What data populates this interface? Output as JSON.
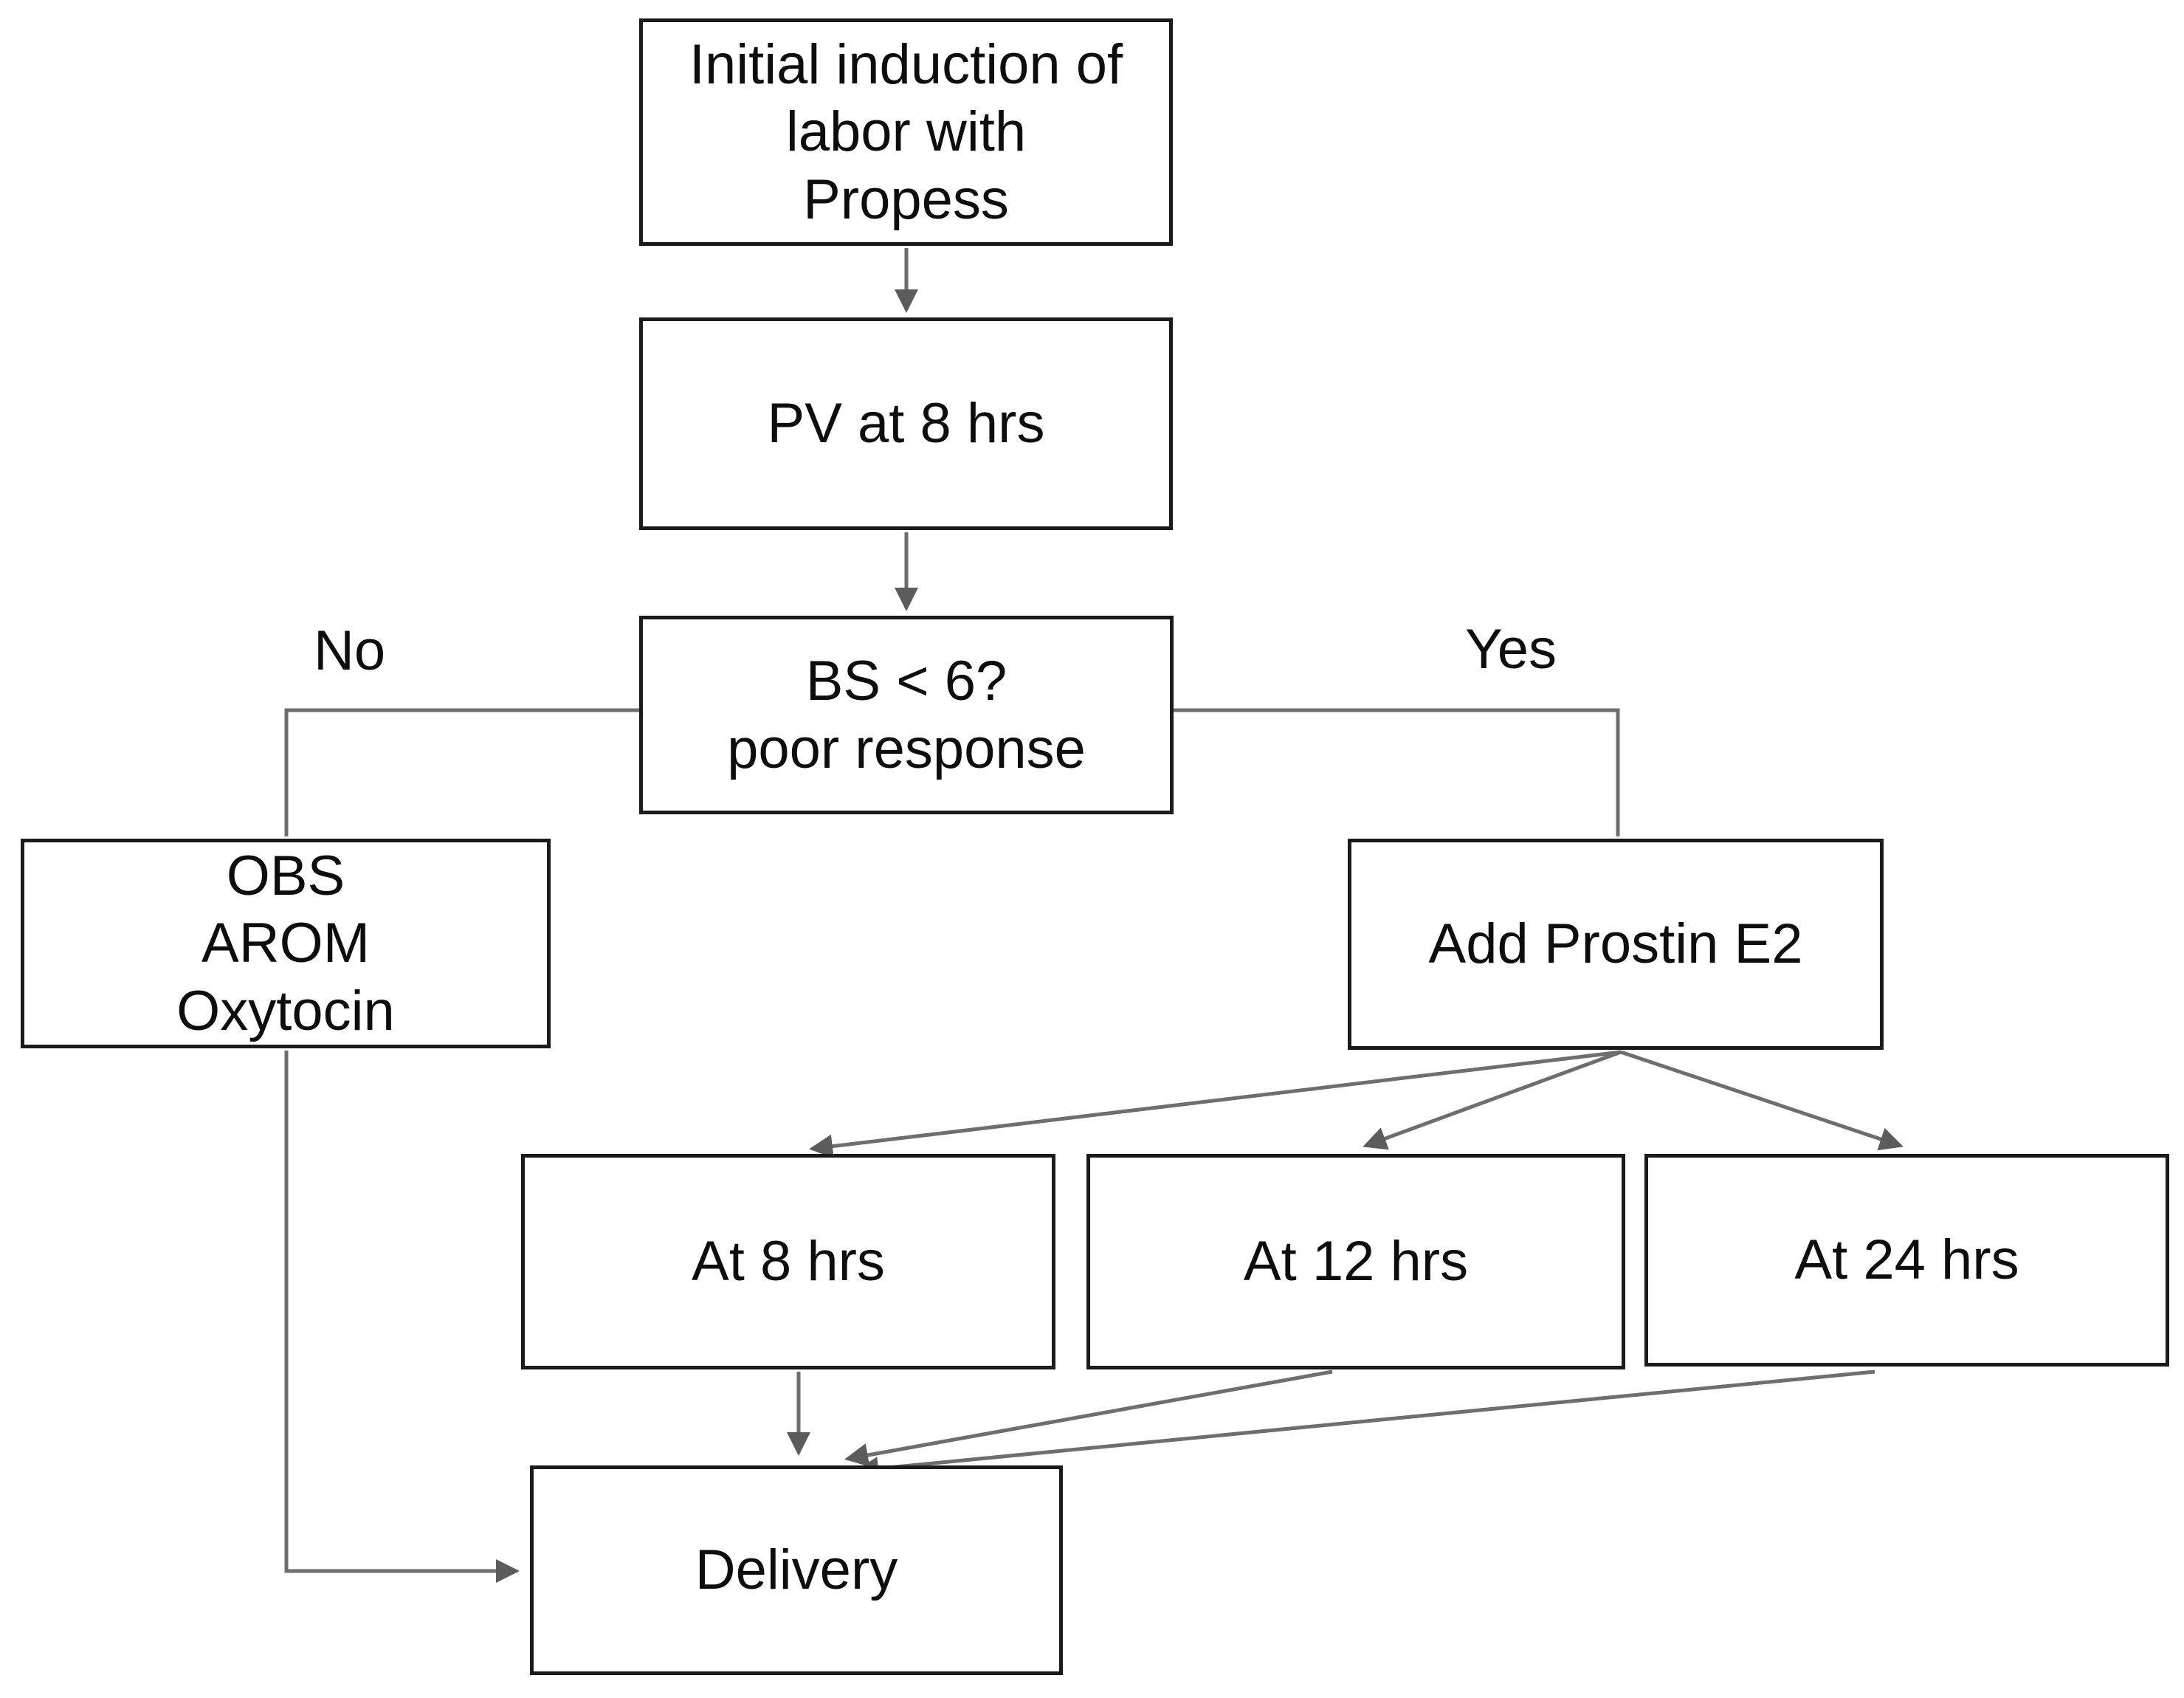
{
  "diagram": {
    "type": "flowchart",
    "colors": {
      "background": "#ffffff",
      "box_fill": "#ffffff",
      "box_border": "#1b1b1b",
      "connector": "#6e6e6e",
      "arrowhead": "#5c5c5c",
      "text": "#0d0d0d"
    },
    "nodes": {
      "init": {
        "lines": [
          "Initial induction of",
          "labor with",
          "Propess"
        ]
      },
      "pv": {
        "label": "PV at 8 hrs"
      },
      "decision": {
        "lines": [
          "BS < 6?",
          "poor response"
        ]
      },
      "obs": {
        "lines": [
          "OBS",
          "AROM",
          "Oxytocin"
        ]
      },
      "prostin": {
        "label": "Add Prostin E2"
      },
      "at8": {
        "label": "At 8 hrs"
      },
      "at12": {
        "label": "At 12 hrs"
      },
      "at24": {
        "label": "At 24 hrs"
      },
      "delivery": {
        "label": "Delivery"
      }
    },
    "edge_labels": {
      "no": "No",
      "yes": "Yes"
    }
  }
}
